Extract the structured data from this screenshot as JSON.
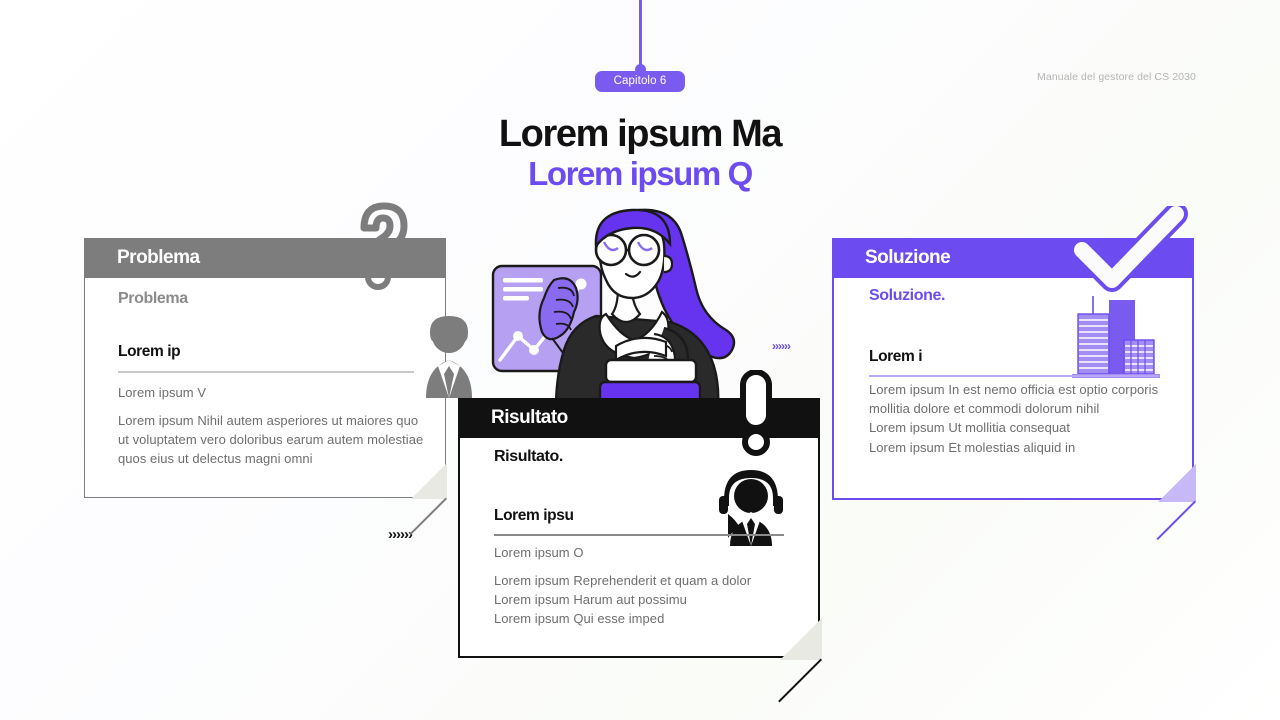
{
  "chapter_badge": {
    "label": "Capitolo 6"
  },
  "corner_note": {
    "text": "Manuale del gestore del CS 2030"
  },
  "title": {
    "main": "Lorem ipsum Ma",
    "sub": "Lorem ipsum Q"
  },
  "arrows": {
    "left_chevrons": "››››››",
    "right_chevrons": "››››››"
  },
  "colors": {
    "accent_purple": "#6C4CF0",
    "badge_purple": "#7A5BF0",
    "grey": "#7D7D7D",
    "black": "#111111",
    "body_text": "#6E6E6E",
    "fold_grey": "#E9E9E4",
    "fold_purple": "#C7B8F7"
  },
  "cards": {
    "problema": {
      "header": "Problema",
      "subtitle": "Problema",
      "lead": "Lorem ip",
      "line1": "Lorem ipsum V",
      "body": "Lorem ipsum Nihil autem asperiores ut maiores quo ut voluptatem vero doloribus earum autem molestiae quos eius ut delectus magni omni",
      "icon": "question-mark-icon",
      "art": "businesswoman-silhouette"
    },
    "risultato": {
      "header": "Risultato",
      "subtitle": "Risultato.",
      "lead": "Lorem ipsu",
      "line1": "Lorem ipsum O",
      "body": "Lorem ipsum Reprehenderit et quam a dolor\nLorem ipsum Harum aut possimu\nLorem ipsum Qui esse imped",
      "icon": "exclamation-mark-icon",
      "art": "support-agent-silhouette"
    },
    "soluzione": {
      "header": "Soluzione",
      "subtitle": "Soluzione.",
      "lead": "Lorem i",
      "body": "Lorem ipsum In est nemo officia est optio corporis mollitia dolore et commodi dolorum nihil\nLorem ipsum Ut mollitia consequat\nLorem ipsum Et molestias aliquid in",
      "icon": "checkmark-icon",
      "art": "city-buildings"
    }
  },
  "illustration": {
    "name": "woman-with-books-and-chart",
    "elements": [
      "chart-panel",
      "line-graph",
      "stack-of-books",
      "woman-purple-hair-glasses"
    ]
  }
}
